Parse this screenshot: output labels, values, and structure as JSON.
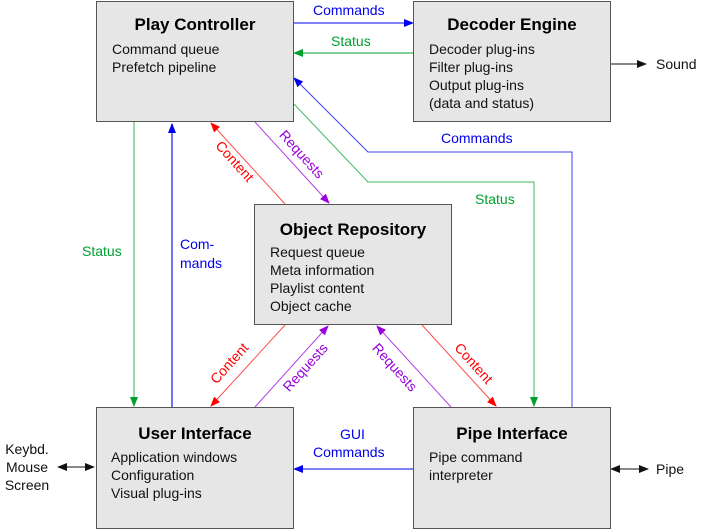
{
  "boxes": {
    "play_controller": {
      "title": "Play Controller",
      "lines": [
        "Command queue",
        "Prefetch pipeline"
      ]
    },
    "decoder_engine": {
      "title": "Decoder Engine",
      "lines": [
        "Decoder plug-ins",
        "Filter plug-ins",
        "Output plug-ins",
        "(data and status)"
      ]
    },
    "object_repository": {
      "title": "Object Repository",
      "lines": [
        "Request queue",
        "Meta information",
        "Playlist content",
        "Object cache"
      ]
    },
    "user_interface": {
      "title": "User Interface",
      "lines": [
        "Application windows",
        "Configuration",
        "Visual plug-ins"
      ]
    },
    "pipe_interface": {
      "title": "Pipe Interface",
      "lines": [
        "Pipe command",
        "interpreter"
      ]
    }
  },
  "edge_labels": {
    "pc_to_de_commands": "Commands",
    "de_to_pc_status": "Status",
    "pi_to_pc_commands": "Commands",
    "pc_to_pi_status": "Status",
    "pc_to_ui_status": "Status",
    "ui_to_pc_commands_1": "Com-",
    "ui_to_pc_commands_2": "mands",
    "or_to_pc_content": "Content",
    "pc_to_or_requests": "Requests",
    "or_to_ui_content": "Content",
    "ui_to_or_requests": "Requests",
    "pi_to_or_requests": "Requests",
    "or_to_pi_content": "Content",
    "pi_to_ui_gui_1": "GUI",
    "pi_to_ui_gui_2": "Commands"
  },
  "external": {
    "sound": "Sound",
    "keyboard": "Keybd.",
    "mouse": "Mouse",
    "screen": "Screen",
    "pipe": "Pipe"
  },
  "colors": {
    "commands": "#0000ee",
    "status": "#00a030",
    "content": "#ff0000",
    "requests": "#9900dd",
    "box_fill": "#e6e6e6",
    "box_border": "#555555"
  }
}
